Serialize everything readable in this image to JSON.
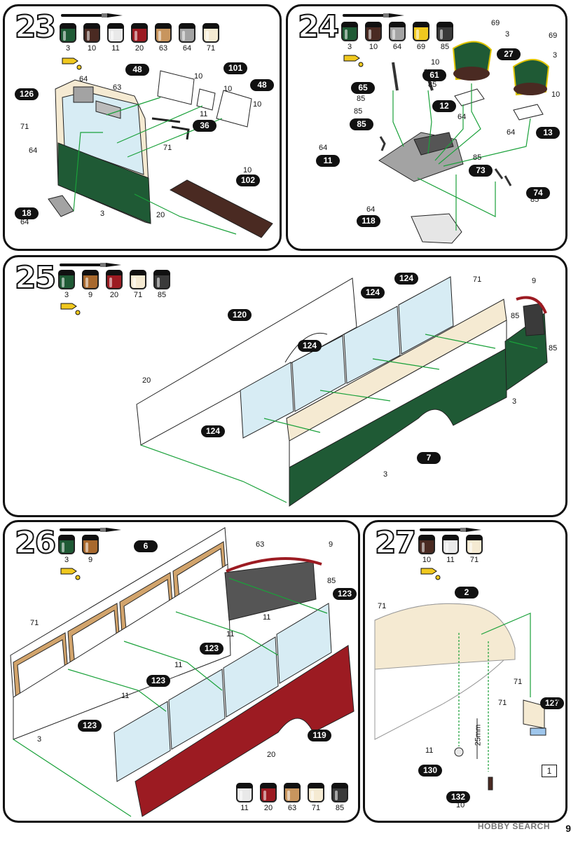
{
  "steps": {
    "s23": {
      "number": "23",
      "paints": [
        {
          "code": "3",
          "color": "#1f5a35"
        },
        {
          "code": "10",
          "color": "#4a2a22"
        },
        {
          "code": "11",
          "color": "#e9e9e9"
        },
        {
          "code": "20",
          "color": "#9c1b22"
        },
        {
          "code": "63",
          "color": "#c8955e"
        },
        {
          "code": "64",
          "color": "#a3a3a3"
        },
        {
          "code": "71",
          "color": "#f5ead2"
        }
      ],
      "parts": [
        "126",
        "48",
        "101",
        "48",
        "36",
        "18",
        "102"
      ],
      "labels": [
        "64",
        "63",
        "10",
        "10",
        "10",
        "11",
        "71",
        "64",
        "71",
        "3",
        "20",
        "64",
        "10"
      ]
    },
    "s24": {
      "number": "24",
      "paints": [
        {
          "code": "3",
          "color": "#1f5a35"
        },
        {
          "code": "10",
          "color": "#4a2a22"
        },
        {
          "code": "64",
          "color": "#a3a3a3"
        },
        {
          "code": "69",
          "color": "#f0c81e"
        },
        {
          "code": "85",
          "color": "#3a3a3a"
        }
      ],
      "parts": [
        "27",
        "65",
        "61",
        "12",
        "85",
        "11",
        "13",
        "73",
        "74",
        "118"
      ],
      "labels": [
        "69",
        "3",
        "10",
        "69",
        "3",
        "10",
        "85",
        "85",
        "85",
        "64",
        "64",
        "64",
        "85",
        "85",
        "64"
      ]
    },
    "s25": {
      "number": "25",
      "paints": [
        {
          "code": "3",
          "color": "#1f5a35"
        },
        {
          "code": "9",
          "color": "#a8692e"
        },
        {
          "code": "20",
          "color": "#9c1b22"
        },
        {
          "code": "71",
          "color": "#f5ead2"
        },
        {
          "code": "85",
          "color": "#3a3a3a"
        }
      ],
      "parts": [
        "120",
        "124",
        "124",
        "124",
        "124",
        "7"
      ],
      "labels": [
        "71",
        "9",
        "85",
        "85",
        "20",
        "3",
        "3"
      ]
    },
    "s26": {
      "number": "26",
      "paints": [
        {
          "code": "3",
          "color": "#1f5a35"
        },
        {
          "code": "9",
          "color": "#a8692e"
        }
      ],
      "paints_bottom": [
        {
          "code": "11",
          "color": "#e9e9e9"
        },
        {
          "code": "20",
          "color": "#9c1b22"
        },
        {
          "code": "63",
          "color": "#c8955e"
        },
        {
          "code": "71",
          "color": "#f5ead2"
        },
        {
          "code": "85",
          "color": "#3a3a3a"
        }
      ],
      "parts": [
        "6",
        "123",
        "123",
        "123",
        "123",
        "119"
      ],
      "labels": [
        "63",
        "9",
        "85",
        "71",
        "11",
        "11",
        "11",
        "11",
        "3",
        "20"
      ]
    },
    "s27": {
      "number": "27",
      "paints": [
        {
          "code": "10",
          "color": "#4a2a22"
        },
        {
          "code": "11",
          "color": "#e9e9e9"
        },
        {
          "code": "71",
          "color": "#f5ead2"
        }
      ],
      "parts": [
        "2",
        "127",
        "130",
        "132"
      ],
      "labels": [
        "71",
        "71",
        "71",
        "71",
        "11",
        "10",
        "25mm"
      ],
      "box": "1"
    }
  },
  "footer": {
    "brand": "HOBBY SEARCH",
    "page": "9"
  }
}
